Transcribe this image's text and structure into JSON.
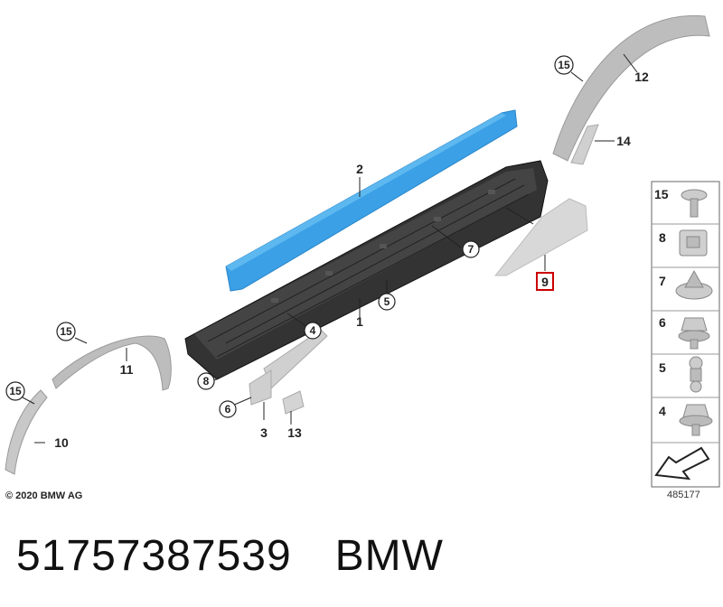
{
  "diagram": {
    "callouts": {
      "c1": "1",
      "c2": "2",
      "c3": "3",
      "c4": "4",
      "c5": "5",
      "c6": "6",
      "c7": "7",
      "c8": "8",
      "c9": "9",
      "c10": "10",
      "c11": "11",
      "c12": "12",
      "c13": "13",
      "c14": "14",
      "c15a": "15",
      "c15b": "15",
      "c15c": "15"
    },
    "legend": [
      "15",
      "8",
      "7",
      "6",
      "5",
      "4"
    ],
    "copyright": "© 2020 BMW AG",
    "ref_number": "485177",
    "highlight_color": "#cc0000",
    "part_color": "#3399e0"
  },
  "caption": {
    "part_number": "51757387539",
    "brand": "BMW"
  }
}
